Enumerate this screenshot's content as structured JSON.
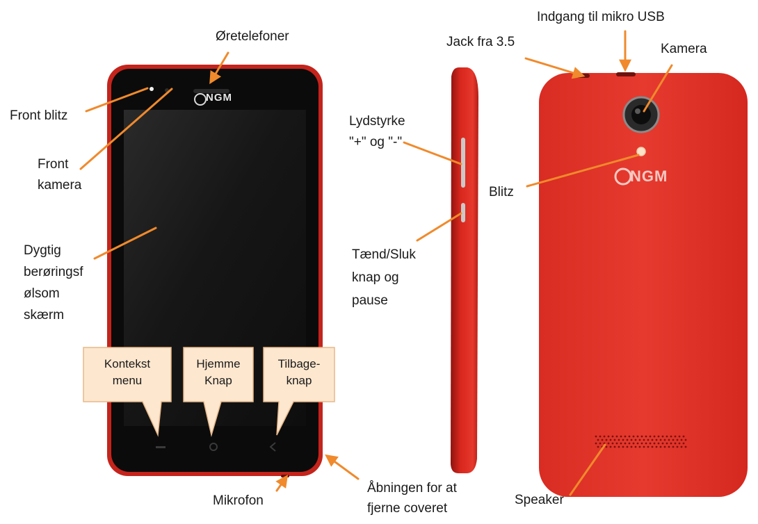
{
  "colors": {
    "phone_red": "#e2342a",
    "phone_dark_red": "#b01d17",
    "screen": "#141414",
    "bezel": "#0b0b0b",
    "leader": "#f08a2c",
    "callout_fill": "#fde7cf",
    "callout_stroke": "#e7b88a"
  },
  "logo": {
    "front": "NGM",
    "back": "NGM"
  },
  "labels": {
    "earpiece": "Øretelefoner",
    "front_flash": "Front blitz",
    "front_camera": [
      "Front",
      "kamera"
    ],
    "touchscreen": [
      "Dygtig",
      "berøringsf",
      "ølsom",
      "skærm"
    ],
    "microphone": "Mikrofon",
    "cover_opening": [
      "Åbningen for at",
      "fjerne coveret"
    ],
    "volume": [
      "Lydstyrke",
      "\"+\" og \"-\""
    ],
    "power": [
      "Tænd/Sluk",
      "knap og",
      "pause"
    ],
    "jack": "Jack fra 3.5",
    "usb": "Indgang til mikro USB",
    "camera": "Kamera",
    "flash": "Blitz",
    "speaker": "Speaker"
  },
  "callouts": [
    {
      "lines": [
        "Kontekst",
        "menu"
      ]
    },
    {
      "lines": [
        "Hjemme",
        "Knap"
      ]
    },
    {
      "lines": [
        "Tilbage-",
        "knap"
      ]
    }
  ]
}
